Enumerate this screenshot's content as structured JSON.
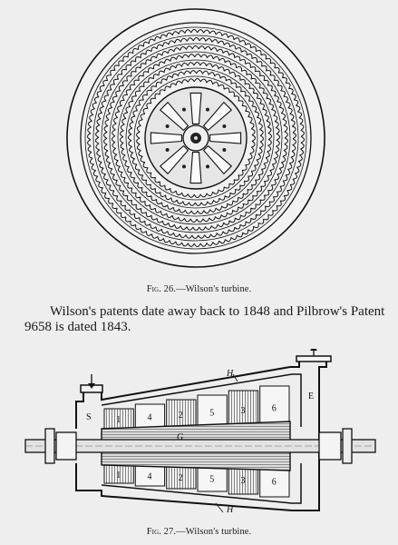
{
  "figure26": {
    "caption_prefix": "Fig. 26.",
    "caption_text": "—Wilson's turbine."
  },
  "paragraph": "Wilson's patents date away back to 1848 and Pilbrow's Patent 9658 is dated 1843.",
  "figure27": {
    "caption_prefix": "Fig. 27.",
    "caption_text": "—Wilson's turbine.",
    "labels": {
      "s": "S",
      "e": "E",
      "h_top": "H",
      "h_bottom": "H",
      "g": "G"
    },
    "top_stages": [
      "1",
      "4",
      "2",
      "5",
      "3",
      "6"
    ],
    "bottom_stages": [
      "1",
      "4",
      "2",
      "5",
      "3",
      "6"
    ]
  }
}
